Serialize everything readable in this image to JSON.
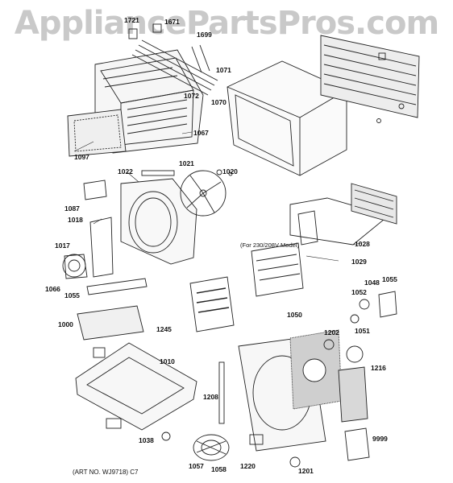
{
  "watermark": "AppliancePartsPros.com",
  "art_no": "(ART NO. WJ9718) C7",
  "model_note": "(For 230/208V Model)",
  "parts": [
    {
      "id": "p1721",
      "label": "1721"
    },
    {
      "id": "p1671",
      "label": "1671"
    },
    {
      "id": "p1699",
      "label": "1699"
    },
    {
      "id": "p1071",
      "label": "1071"
    },
    {
      "id": "p1072",
      "label": "1072"
    },
    {
      "id": "p1070",
      "label": "1070"
    },
    {
      "id": "p1067",
      "label": "1067"
    },
    {
      "id": "p1097",
      "label": "1097"
    },
    {
      "id": "p1022",
      "label": "1022"
    },
    {
      "id": "p1021",
      "label": "1021"
    },
    {
      "id": "p1020",
      "label": "1020"
    },
    {
      "id": "p1087",
      "label": "1087"
    },
    {
      "id": "p1018",
      "label": "1018"
    },
    {
      "id": "p1017",
      "label": "1017"
    },
    {
      "id": "p1066",
      "label": "1066"
    },
    {
      "id": "p1055a",
      "label": "1055"
    },
    {
      "id": "p1028",
      "label": "1028"
    },
    {
      "id": "p1029",
      "label": "1029"
    },
    {
      "id": "p1048",
      "label": "1048"
    },
    {
      "id": "p1055b",
      "label": "1055"
    },
    {
      "id": "p1052",
      "label": "1052"
    },
    {
      "id": "p1050",
      "label": "1050"
    },
    {
      "id": "p1051",
      "label": "1051"
    },
    {
      "id": "p1202",
      "label": "1202"
    },
    {
      "id": "p1000",
      "label": "1000"
    },
    {
      "id": "p1245",
      "label": "1245"
    },
    {
      "id": "p1010",
      "label": "1010"
    },
    {
      "id": "p1216",
      "label": "1216"
    },
    {
      "id": "p1208",
      "label": "1208"
    },
    {
      "id": "p1201",
      "label": "1201"
    },
    {
      "id": "p1038",
      "label": "1038"
    },
    {
      "id": "p9999",
      "label": "9999"
    },
    {
      "id": "p1057",
      "label": "1057"
    },
    {
      "id": "p1058",
      "label": "1058"
    },
    {
      "id": "p1220",
      "label": "1220"
    }
  ]
}
